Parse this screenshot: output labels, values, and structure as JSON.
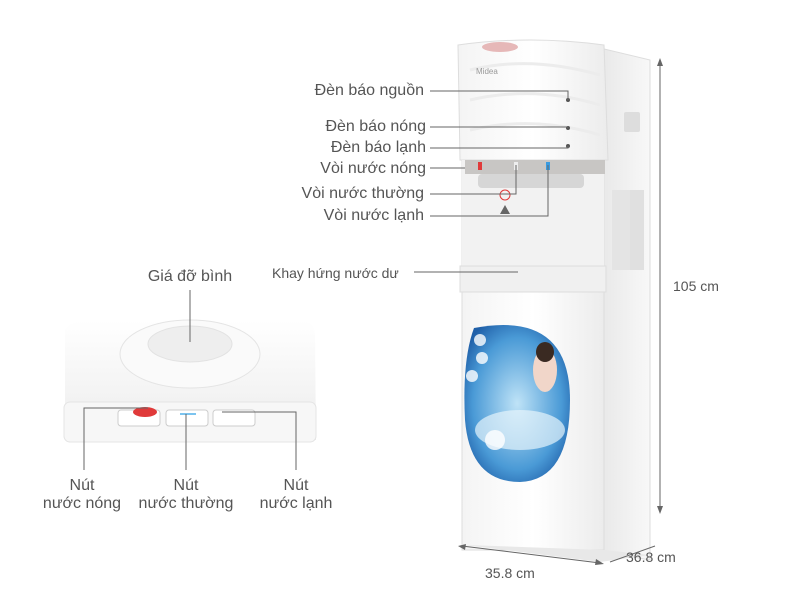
{
  "labels": {
    "power_light": "Đèn báo nguồn",
    "hot_light": "Đèn báo nóng",
    "cold_light": "Đèn báo lạnh",
    "hot_tap": "Vòi nước nóng",
    "normal_tap": "Vòi nước thường",
    "cold_tap": "Vòi nước lạnh",
    "drip_tray": "Khay hứng nước dư",
    "bottle_holder": "Giá đỡ bình",
    "hot_button": {
      "line1": "Nút",
      "line2": "nước nóng"
    },
    "normal_button": {
      "line1": "Nút",
      "line2": "nước thường"
    },
    "cold_button": {
      "line1": "Nút",
      "line2": "nước lạnh"
    }
  },
  "dimensions": {
    "height": "105 cm",
    "width": "35.8 cm",
    "depth": "36.8 cm"
  },
  "brand_logo": "Midea",
  "colors": {
    "label_text": "#555555",
    "leader_line": "#666666",
    "sticker_blue": "#2a7fc4",
    "hot_red": "#e03a3a",
    "cold_blue": "#3a9be0"
  }
}
